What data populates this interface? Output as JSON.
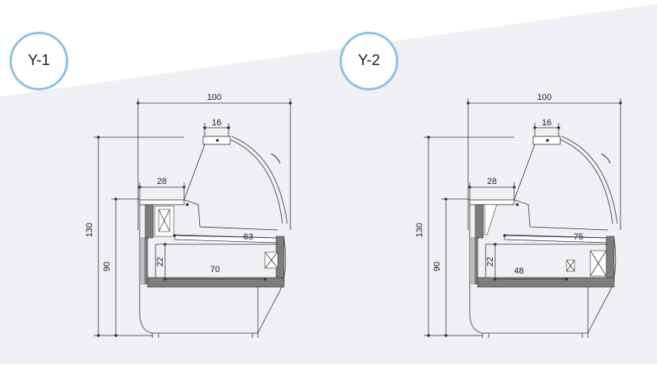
{
  "colors": {
    "background_light": "#ffffff",
    "background_grey": "#eef0f3",
    "badge_ring": "#8ec2e0",
    "line": "#333333",
    "fill_dark": "#7d7d7d",
    "fill_light": "#bdbdbd"
  },
  "variants": [
    {
      "label": "Y-1",
      "dims": {
        "overall_width": "100",
        "top_width": "16",
        "side_width": "28",
        "shelf_length": "63",
        "base_depth": "70",
        "base_height": "22",
        "total_height": "130",
        "counter_height": "90"
      }
    },
    {
      "label": "Y-2",
      "dims": {
        "overall_width": "100",
        "top_width": "16",
        "side_width": "28",
        "shelf_length": "75",
        "base_depth": "48",
        "base_height": "22",
        "total_height": "130",
        "counter_height": "90"
      }
    }
  ]
}
